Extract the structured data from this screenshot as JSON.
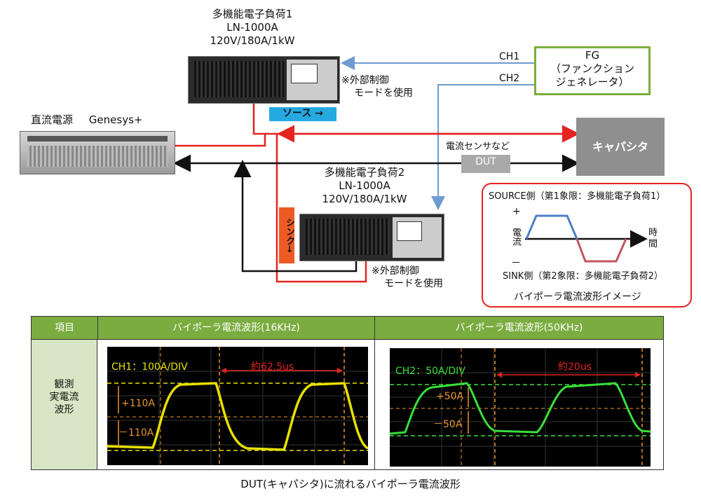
{
  "load1": {
    "name": "多機能電子負荷1",
    "model": "LN-1000A",
    "spec": "120V/180A/1kW",
    "note1": "※外部制御",
    "note2": "モードを使用",
    "mode": "ソース →"
  },
  "load2": {
    "name": "多機能電子負荷2",
    "model": "LN-1000A",
    "spec": "120V/180A/1kW",
    "note1": "※外部制御",
    "note2": "モードを使用",
    "mode": "シンク→"
  },
  "psu": {
    "label1": "直流電源",
    "label2": "Genesys+"
  },
  "fg": {
    "line1": "FG",
    "line2": "（ファンクション",
    "line3": "ジェネレータ）",
    "ch1": "CH1",
    "ch2": "CH2"
  },
  "capacitor": {
    "label": "キャパシタ"
  },
  "dut": {
    "label": "DUT",
    "note": "電流センサなど"
  },
  "waveform_image": {
    "source_label": "SOURCE側（第1象限：多機能電子負荷1）",
    "sink_label": "SINK側（第2象限：多機能電子負荷2）",
    "plus": "+",
    "minus": "－",
    "y_label": "電流",
    "x_label": "時間",
    "caption": "バイポーラ電流波形イメージ"
  },
  "table": {
    "header": [
      "項目",
      "バイポーラ電流波形(16KHz)",
      "バイポーラ電流波形(50KHz)"
    ],
    "row_label": [
      "観測",
      "実電流",
      "波形"
    ],
    "scope1": {
      "ch": "CH1：100A/DIV",
      "period": "約62.5us",
      "plus": "+110A",
      "minus": "－110A"
    },
    "scope2": {
      "ch": "CH2：50A/DIV",
      "period": "約20us",
      "plus": "+50A",
      "minus": "－50A"
    }
  },
  "footer": "DUT(キャパシタ)に流れるバイポーラ電流波形",
  "colors": {
    "red": "#e52321",
    "blue": "#6e9bd0",
    "green_border": "#7bae3c",
    "table_header": "#7aac3f",
    "yellow": "#e8e000",
    "green_wave": "#39e03a",
    "cap_gray": "#8f8f8f",
    "source_blue": "#25a9e0",
    "sink_orange": "#ee5a24"
  }
}
